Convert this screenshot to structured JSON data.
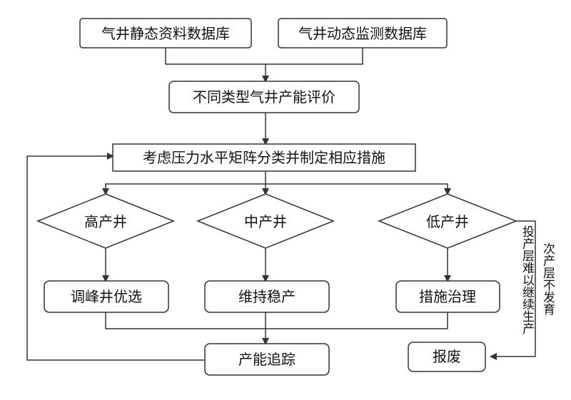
{
  "nodes": {
    "static_db": "气井静态资料数据库",
    "dynamic_db": "气井动态监测数据库",
    "evaluation": "不同类型气井产能评价",
    "classify": "考虑压力水平矩阵分类并制定相应措施",
    "high_well": "高产井",
    "mid_well": "中产井",
    "low_well": "低产井",
    "high_action": "调峰井优选",
    "mid_action": "维持稳产",
    "low_action": "措施治理",
    "tracking": "产能追踪",
    "scrap": "报废"
  },
  "edge_labels": {
    "layer_cannot_continue": "投产层难以继续生产",
    "secondary_undeveloped": "次产层不发育"
  }
}
